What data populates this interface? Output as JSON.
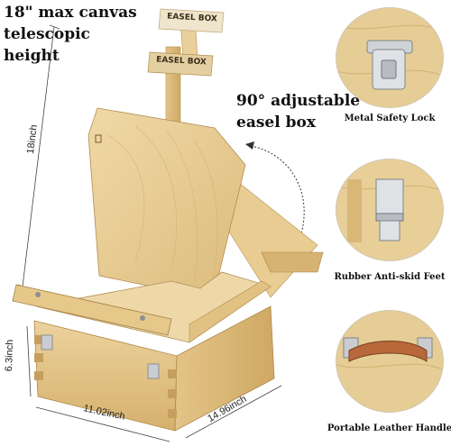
{
  "headline_top": {
    "line1": "18\" max canvas",
    "line2": "telescopic",
    "line3": "height"
  },
  "headline_right": {
    "line1": "90° adjustable",
    "line2": "easel box"
  },
  "signs": {
    "top": "EASEL BOX",
    "lower": "EASEL BOX"
  },
  "dimensions": {
    "height_total": "18inch",
    "height_box": "6.3inch",
    "width": "11.02inch",
    "depth": "14.96inch"
  },
  "features": [
    {
      "label": "Metal Safety Lock",
      "icon": "metal-lock"
    },
    {
      "label": "Rubber Anti-skid Feet",
      "icon": "hinge-foot"
    },
    {
      "label": "Portable Leather Handle",
      "icon": "leather-handle"
    }
  ],
  "colors": {
    "wood_light": "#e9cf97",
    "wood_mid": "#d9b877",
    "wood_dark": "#c39c58",
    "leather": "#b8683a",
    "metal": "#c9ccd1"
  }
}
